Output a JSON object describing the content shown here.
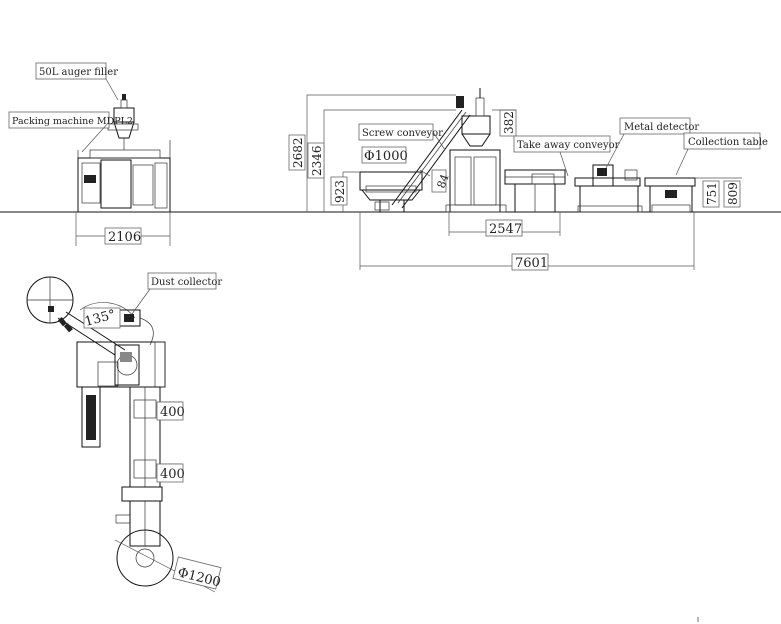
{
  "labels": {
    "auger_filler": "50L auger filler",
    "packing_machine": "Packing machine MDPL2",
    "screw_conveyor": "Screw conveyor",
    "take_away_conveyor": "Take away conveyor",
    "metal_detector": "Metal detector",
    "collection_table": "Collection table",
    "dust_collector": "Dust collector"
  },
  "dimensions": {
    "packing_width": "2106",
    "overall_height_1": "2682",
    "overall_height_2": "2346",
    "screw_hopper_dia": "Φ1000",
    "screw_height": "923",
    "hopper_small": "382",
    "tilt_value": "84",
    "section_width": "2547",
    "total_length": "7601",
    "table_height_1": "751",
    "table_height_2": "809",
    "angle": "135°",
    "plan_len_1": "400",
    "plan_len_2": "400",
    "plan_dia": "Φ1200"
  }
}
